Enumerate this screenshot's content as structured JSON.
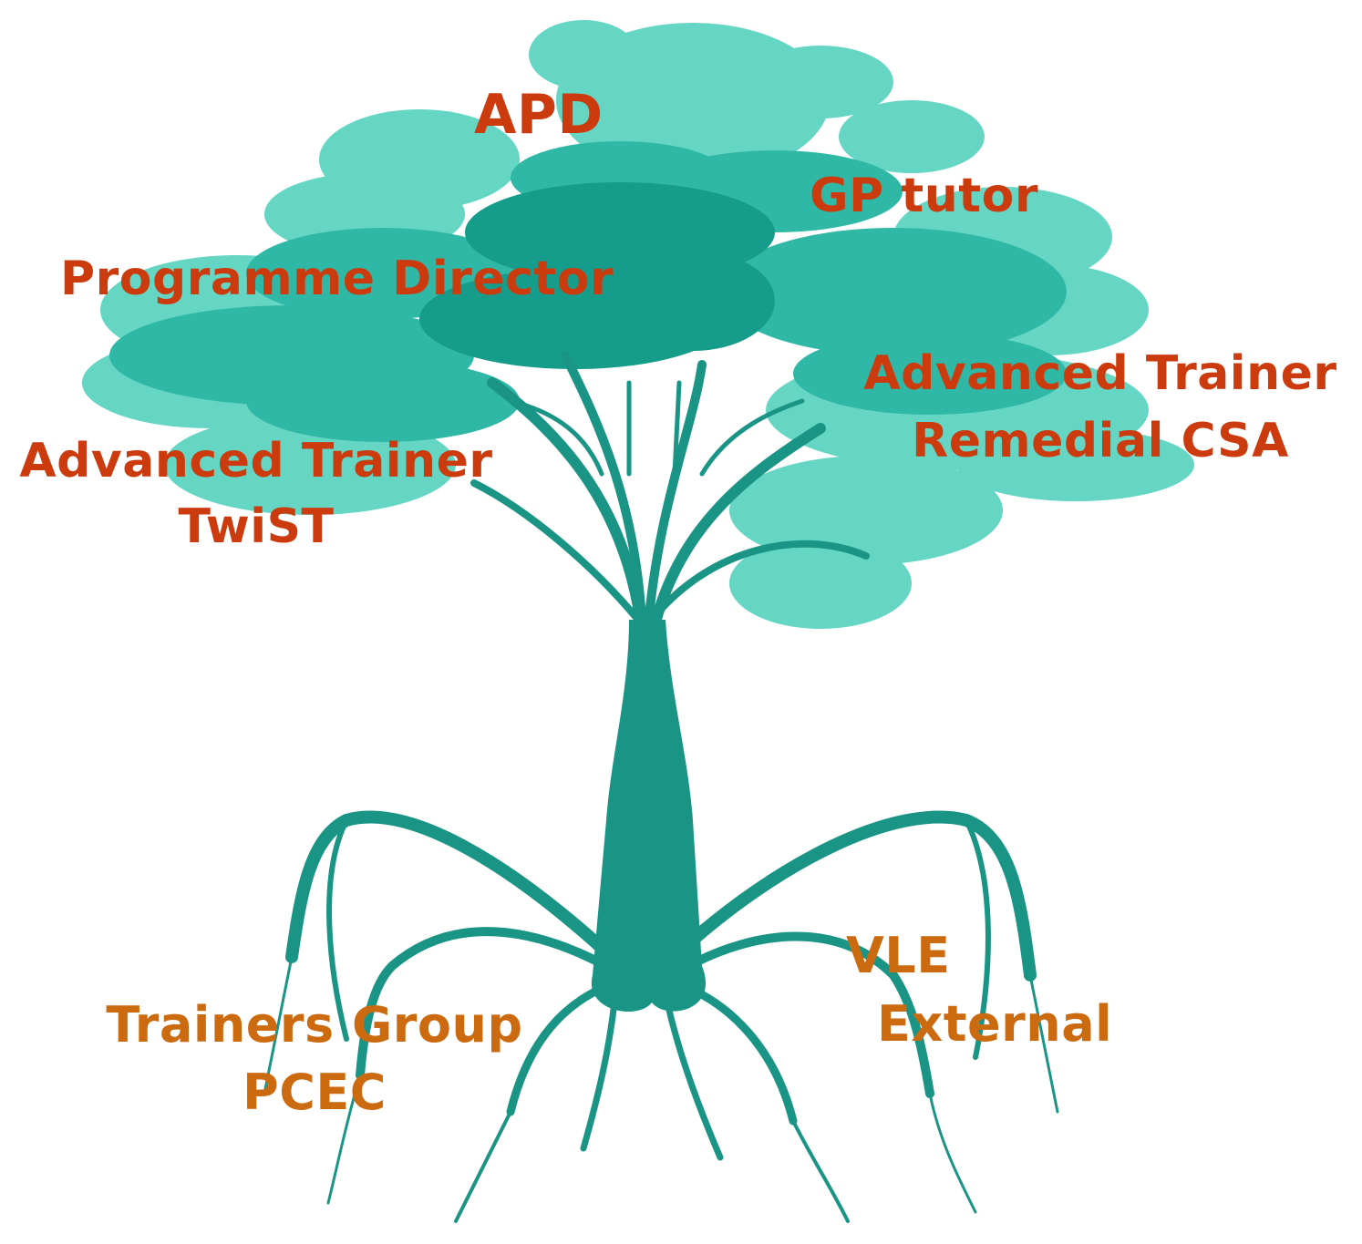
{
  "canopy_labels": {
    "apd": "APD",
    "gp_tutor": "GP tutor",
    "programme_director": "Programme Director",
    "advanced_trainer_left": "Advanced Trainer",
    "twist": "TwiST",
    "advanced_trainer_right": "Advanced Trainer",
    "remedial_csa": "Remedial CSA"
  },
  "root_labels": {
    "trainers_group": "Trainers Group",
    "pcec": "PCEC",
    "vle": "VLE",
    "external": "External"
  },
  "colors": {
    "canopy_light": "#66d6c4",
    "canopy_mid": "#2fb8a6",
    "canopy_dark": "#169c8a",
    "trunk": "#1a9585",
    "canopy_text": "#cc3b0e",
    "root_text": "#cc6a10"
  }
}
